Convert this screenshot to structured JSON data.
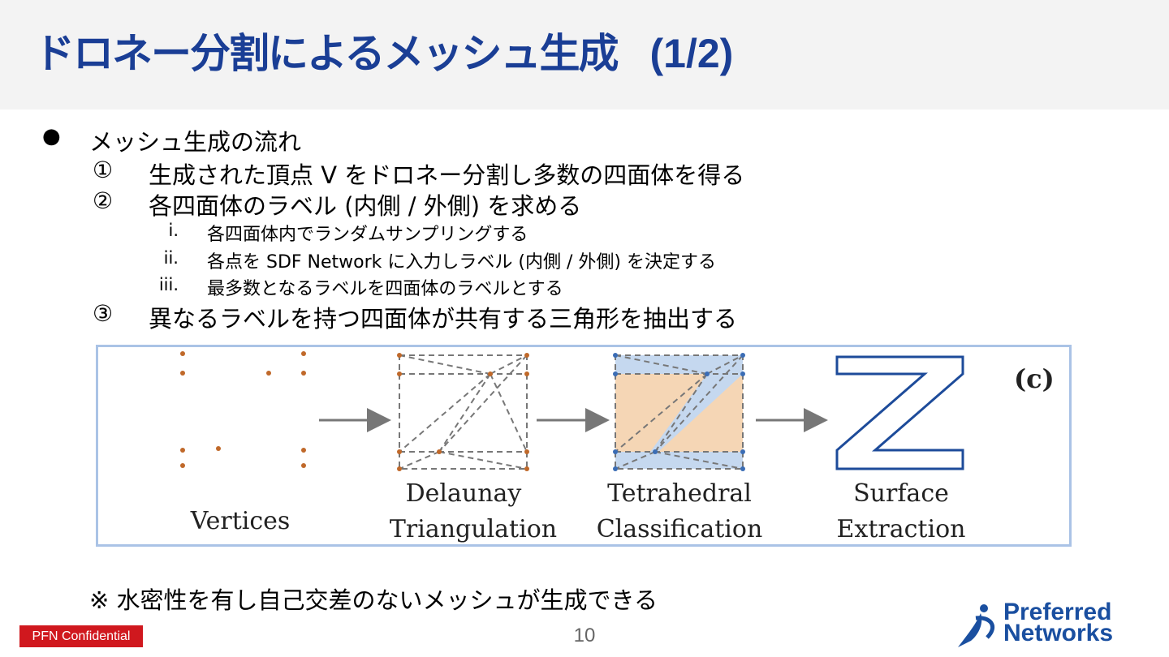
{
  "slide": {
    "title": "ドロネー分割によるメッシュ生成",
    "title_suffix": "(1/2)",
    "bullet_symbol": "●",
    "main_point": "メッシュ生成の流れ",
    "steps": [
      {
        "mark": "①",
        "text": "生成された頂点 V をドロネー分割し多数の四面体を得る"
      },
      {
        "mark": "②",
        "text": "各四面体のラベル (内側 / 外側) を求める"
      },
      {
        "mark": "③",
        "text": "異なるラベルを持つ四面体が共有する三角形を抽出する"
      }
    ],
    "substeps": [
      {
        "mark": "i.",
        "text": "各四面体内でランダムサンプリングする"
      },
      {
        "mark": "ii.",
        "text": "各点を SDF Network に入力しラベル (内側 / 外側) を決定する"
      },
      {
        "mark": "iii.",
        "text": "最多数となるラベルを四面体のラベルとする"
      }
    ],
    "note": "※ 水密性を有し自己交差のないメッシュが生成できる",
    "footer": {
      "confidential": "PFN Confidential",
      "page_number": "10",
      "logo_line1": "Preferred",
      "logo_line2": "Networks"
    }
  },
  "figure": {
    "panel_label": "(c)",
    "stage1": "Vertices",
    "stage2_line1": "Delaunay",
    "stage2_line2": "Triangulation",
    "stage3_line1": "Tetrahedral",
    "stage3_line2": "Classification",
    "stage4_line1": "Surface",
    "stage4_line2": "Extraction",
    "colors": {
      "vertex": "#c0692a",
      "inside_fill": "#f5d6b5",
      "outside_fill": "#c5d8ef",
      "edge": "#777777",
      "surface": "#1d4b9a",
      "border": "#aac3e6"
    }
  },
  "colors": {
    "title": "#1a3e95",
    "header_bg": "#f3f3f3",
    "confidential_bg": "#d0181e"
  }
}
